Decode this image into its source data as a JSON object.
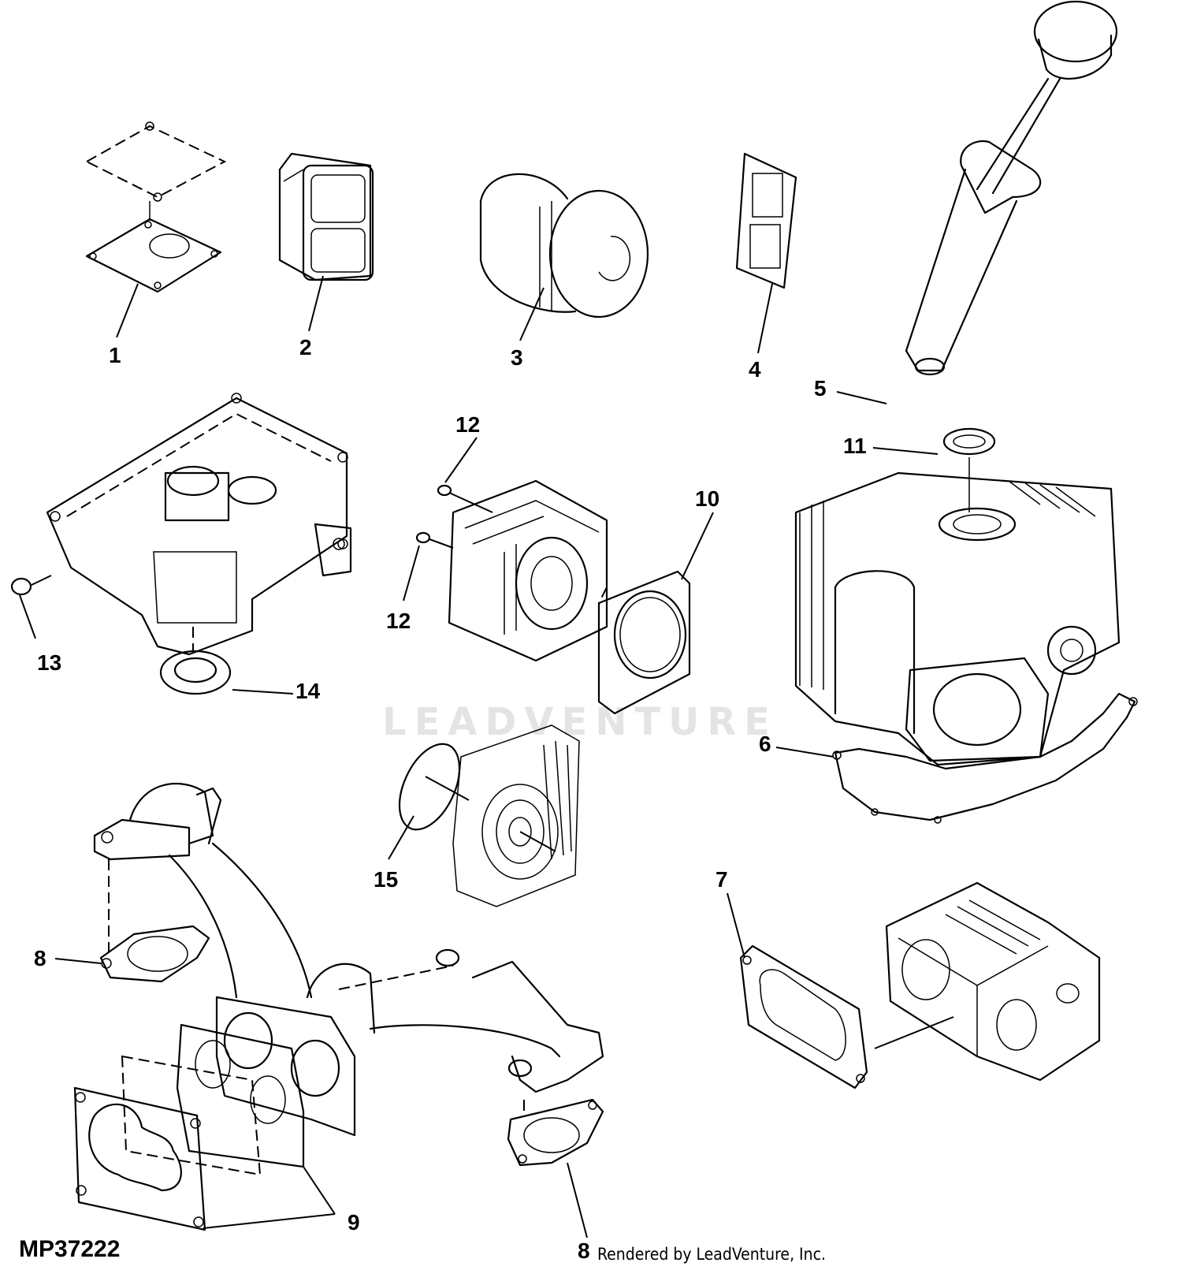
{
  "diagram": {
    "figure_number": "MP37222",
    "watermark": "LEADVENTURE",
    "credit_number": "8",
    "credit": "Rendered by LeadVenture, Inc.",
    "callouts": {
      "c1": "1",
      "c2": "2",
      "c3": "3",
      "c4": "4",
      "c5": "5",
      "c6": "6",
      "c7": "7",
      "c8a": "8",
      "c9": "9",
      "c10": "10",
      "c11": "11",
      "c12a": "12",
      "c12b": "12",
      "c13": "13",
      "c14": "14",
      "c15": "15"
    }
  }
}
